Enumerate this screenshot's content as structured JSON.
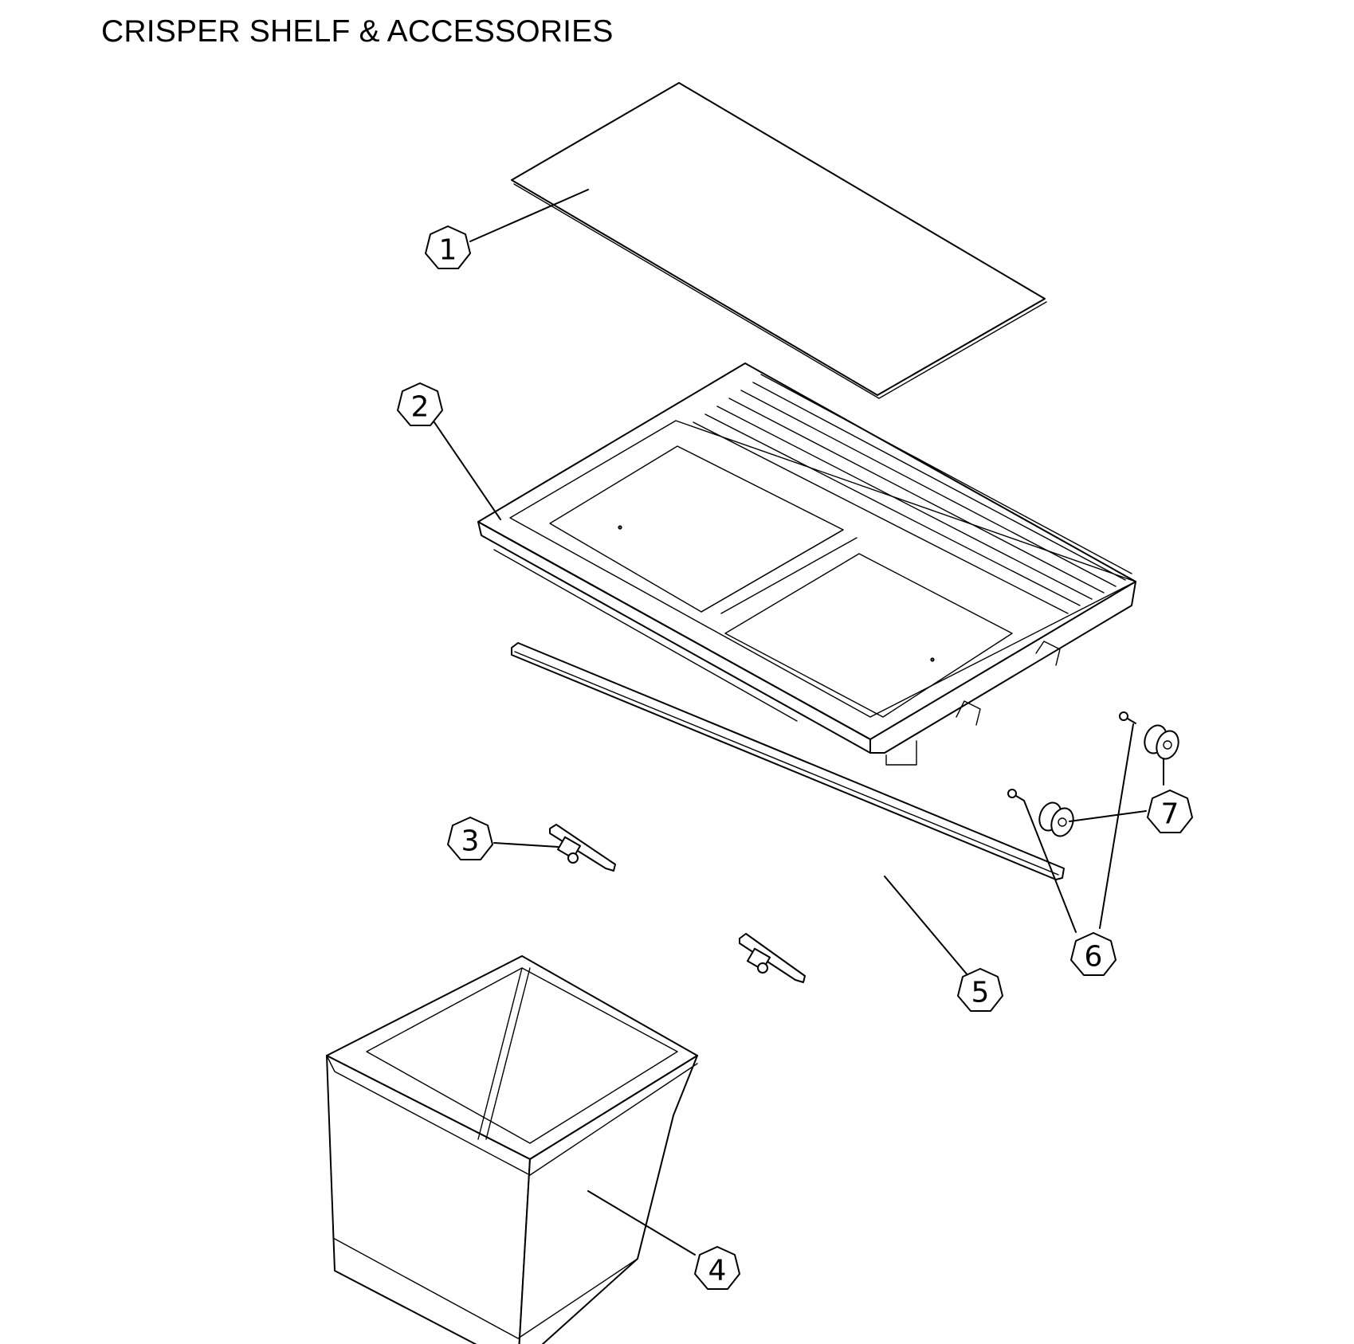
{
  "title": "CRISPER SHELF & ACCESSORIES",
  "parts": [
    {
      "number": "1",
      "part": "glass-shelf"
    },
    {
      "number": "2",
      "part": "crisper-cover-frame"
    },
    {
      "number": "3",
      "part": "drawer-slide"
    },
    {
      "number": "4",
      "part": "crisper-drawer"
    },
    {
      "number": "5",
      "part": "cover-trim-strip"
    },
    {
      "number": "6",
      "part": "screw"
    },
    {
      "number": "7",
      "part": "roller"
    }
  ]
}
